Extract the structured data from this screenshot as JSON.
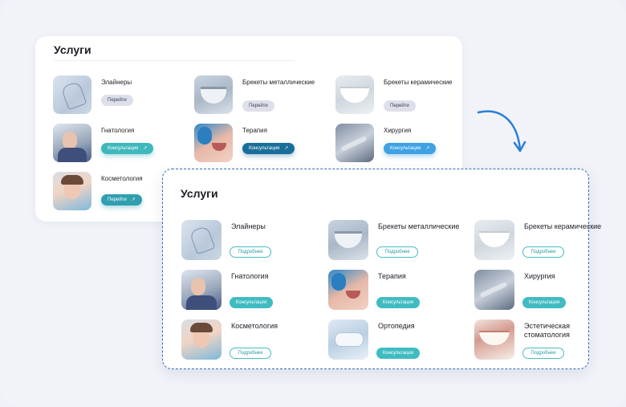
{
  "back_card": {
    "title": "Услуги",
    "items": [
      {
        "label": "Элайнеры",
        "button": "Перейти",
        "style": "gray",
        "external": false
      },
      {
        "label": "Брекеты металлические",
        "button": "Перейти",
        "style": "gray",
        "external": false
      },
      {
        "label": "Брекеты керамические",
        "button": "Перейти",
        "style": "gray",
        "external": false
      },
      {
        "label": "Гнатология",
        "button": "Консультация",
        "style": "teal",
        "external": true
      },
      {
        "label": "Терапия",
        "button": "Консультация",
        "style": "navy",
        "external": true
      },
      {
        "label": "Хирургия",
        "button": "Консультация",
        "style": "blue",
        "external": true
      },
      {
        "label": "Косметология",
        "button": "Перейти",
        "style": "tealdk",
        "external": true
      }
    ]
  },
  "front_card": {
    "title": "Услуги",
    "items": [
      {
        "label": "Элайнеры",
        "button": "Подробнее",
        "style": "outline"
      },
      {
        "label": "Брекеты металлические",
        "button": "Подробнее",
        "style": "outline"
      },
      {
        "label": "Брекеты керамические",
        "button": "Подробнее",
        "style": "outline"
      },
      {
        "label": "Гнатология",
        "button": "Консультация",
        "style": "solid"
      },
      {
        "label": "Терапия",
        "button": "Консультация",
        "style": "solid"
      },
      {
        "label": "Хирургия",
        "button": "Консультация",
        "style": "solid"
      },
      {
        "label": "Косметология",
        "button": "Подробнее",
        "style": "outline"
      },
      {
        "label": "Ортопедия",
        "button": "Консультация",
        "style": "solid"
      },
      {
        "label": "Эстетическая стоматология",
        "button": "Подробнее",
        "style": "outline"
      }
    ]
  },
  "icons": {
    "external_link": "external-link-icon",
    "arrow": "curved-arrow-icon"
  },
  "colors": {
    "teal": "#3fbcc1",
    "navy": "#1a6e9a",
    "blue": "#3ea2e3",
    "dashed_border": "#2e6fb4"
  }
}
